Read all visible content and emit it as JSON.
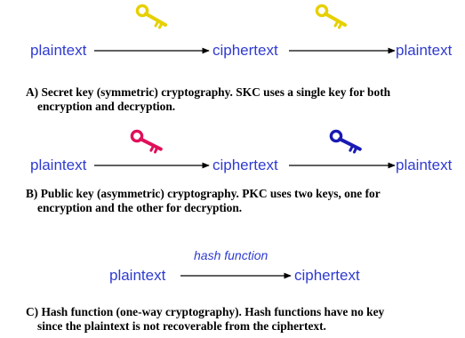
{
  "rows": [
    {
      "labels": [
        "plaintext",
        "ciphertext",
        "plaintext"
      ],
      "caption_lines": [
        "A) Secret key (symmetric) cryptography. SKC uses a single key for both",
        "encryption and decryption."
      ],
      "key_colors": [
        "#e6d000",
        "#e6d000"
      ],
      "icons": [
        "gold-key-icon",
        "gold-key-icon"
      ]
    },
    {
      "labels": [
        "plaintext",
        "ciphertext",
        "plaintext"
      ],
      "caption_lines": [
        "B) Public key (asymmetric) cryptography. PKC uses two keys, one for",
        "encryption and the other for decryption."
      ],
      "key_colors": [
        "#e0105a",
        "#1a1ab4"
      ],
      "icons": [
        "pink-key-icon",
        "navy-key-icon"
      ]
    },
    {
      "labels": [
        "plaintext",
        "ciphertext"
      ],
      "arrow_label": "hash function",
      "caption_lines": [
        "C) Hash function (one-way cryptography). Hash functions have no key",
        "since the plaintext is not recoverable from the ciphertext."
      ]
    }
  ],
  "colors": {
    "text_blue": "#2f3bd0"
  }
}
